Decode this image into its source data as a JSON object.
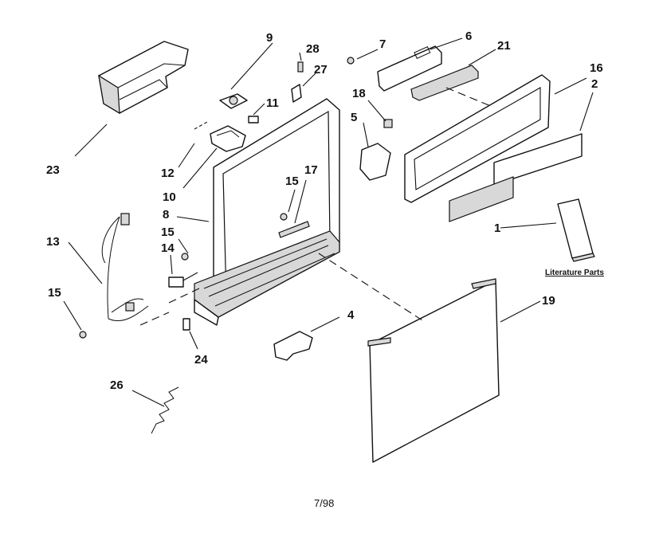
{
  "callouts": {
    "p1": "1",
    "p2": "2",
    "p4": "4",
    "p5": "5",
    "p6": "6",
    "p7": "7",
    "p8": "8",
    "p9": "9",
    "p10": "10",
    "p11": "11",
    "p12": "12",
    "p13": "13",
    "p14": "14",
    "p15a": "15",
    "p15b": "15",
    "p15c": "15",
    "p16": "16",
    "p17": "17",
    "p18": "18",
    "p19": "19",
    "p21": "21",
    "p23": "23",
    "p24": "24",
    "p26": "26",
    "p27": "27",
    "p28": "28"
  },
  "literature_label": "Literature Parts",
  "date_code": "7/98"
}
